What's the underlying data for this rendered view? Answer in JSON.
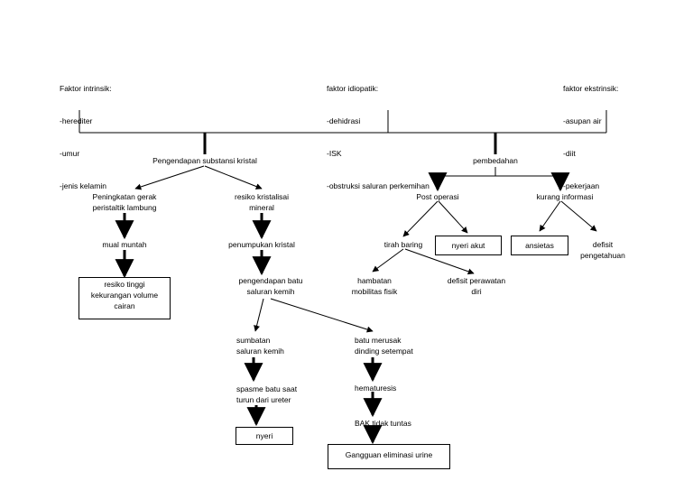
{
  "factors": {
    "intrinsic": [
      "Faktor intrinsik:",
      "-herediter",
      "-umur",
      "-jenis kelamin"
    ],
    "idiopathic": [
      "faktor idiopatik:",
      "-dehidrasi",
      "-ISK",
      "-obstruksi saluran perkemihan"
    ],
    "extrinsic": [
      "faktor ekstrinsik:",
      "-asupan air",
      "-diit",
      "-pekerjaan"
    ]
  },
  "nodes": {
    "pengendapan": "Pengendapan substansi kristal",
    "pembedahan": "pembedahan",
    "peningkatan": "Peningkatan gerak\nperistaltik lambung",
    "resiko_kristal": "resiko kristalisai\nmineral",
    "mual": "mual muntah",
    "resiko_volume": "resiko tinggi\nkekurangan volume\ncairan",
    "penumpukan": "penumpukan kristal",
    "pengendapan_batu": "pengendapan batu\nsaluran kemih",
    "sumbatan": "sumbatan\nsaluran kemih",
    "batu_merusak": "batu merusak\ndinding setempat",
    "spasme": "spasme batu saat\nturun dari ureter",
    "nyeri": "nyeri",
    "hematuresis": "hematuresis",
    "bak": "BAK tidak tuntas",
    "gangguan": "Gangguan eliminasi urine",
    "post_operasi": "Post operasi",
    "kurang_informasi": "kurang informasi",
    "tirah_baring": "tirah baring",
    "nyeri_akut": "nyeri akut",
    "ansietas": "ansietas",
    "defisit_pengetahuan": "defisit\npengetahuan",
    "hambatan": "hambatan\nmobilitas fisik",
    "defisit_perawatan": "defisit perawatan\ndiri"
  }
}
